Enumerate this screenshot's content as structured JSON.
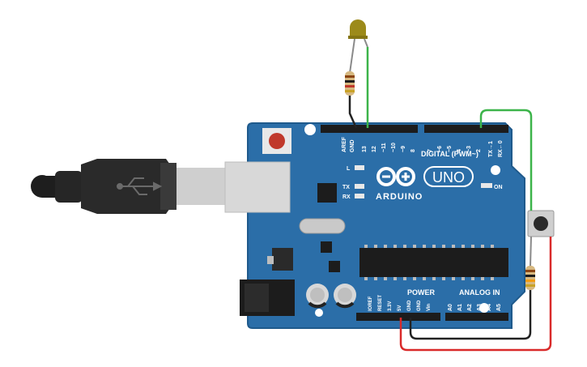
{
  "board": {
    "brand_text": "ARDUINO",
    "model_text": "UNO",
    "digital_header_label": "DIGITAL (PWM~)",
    "power_header_label": "POWER",
    "analog_header_label": "ANALOG IN",
    "on_led_label": "ON",
    "l_led_label": "L",
    "tx_led_label": "TX",
    "rx_led_label": "RX",
    "digital_pins_left": [
      "AREF",
      "GND",
      "13",
      "12",
      "~11",
      "~10",
      "~9",
      "8"
    ],
    "digital_pins_right": [
      "7",
      "~6",
      "~5",
      "4",
      "~3",
      "2",
      "TX→1",
      "RX←0"
    ],
    "power_pins": [
      "IOREF",
      "RESET",
      "3.3V",
      "5V",
      "GND",
      "GND",
      "Vin"
    ],
    "analog_pins": [
      "A0",
      "A1",
      "A2",
      "A3",
      "A4",
      "A5"
    ]
  },
  "colors": {
    "board": "#2b6ea8",
    "board_edge": "#1f5a8c",
    "wire_green": "#3cb44a",
    "wire_red": "#d92a2a",
    "wire_black": "#222222",
    "led": "#9c8a1a",
    "usb_plug": "#2a2a2a"
  },
  "components": [
    "usb-cable",
    "led",
    "resistor",
    "resistor",
    "pushbutton",
    "arduino-uno"
  ]
}
